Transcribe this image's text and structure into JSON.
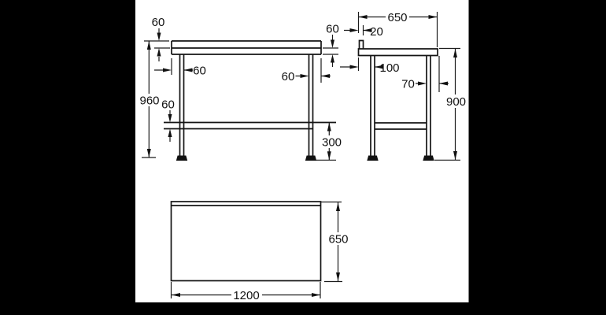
{
  "drawing_type": "dimensioned technical drawing of a table / workbench (front, side and plan views)",
  "units_shown": "mm",
  "front": {
    "upstand_height": "60",
    "overall_height": "960",
    "leg_inset_left": "60",
    "leg_inset_right": "60",
    "worktop_thickness": "60",
    "shelf_thickness": "60",
    "shelf_height": "300"
  },
  "side": {
    "depth": "650",
    "upstand_thickness": "20",
    "front_leg_inset": "100",
    "rear_leg_inset": "70",
    "worktop_height": "900"
  },
  "plan": {
    "depth": "650",
    "length": "1200"
  },
  "colors": {
    "background": "#000000",
    "paper": "#ffffff",
    "line": "#141414"
  }
}
